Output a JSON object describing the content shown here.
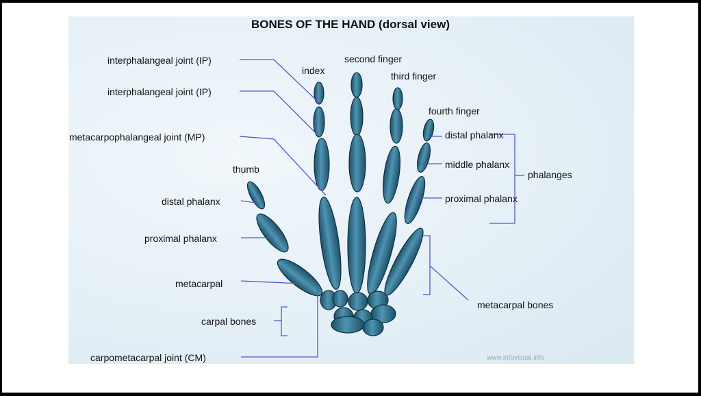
{
  "title": "BONES OF THE HAND (dorsal view)",
  "credit": "www.infovisual.info",
  "colors": {
    "bone": "#2e6f8c",
    "bone_dark": "#163f55",
    "leader": "#5a55c8",
    "background": "#e6f1f7"
  },
  "labels": {
    "ip_joint_1": "interphalangeal joint (IP)",
    "ip_joint_2": "interphalangeal joint (IP)",
    "mp_joint": "metacarpophalangeal joint (MP)",
    "thumb": "thumb",
    "thumb_distal_phalanx": "distal phalanx",
    "thumb_proximal_phalanx": "proximal phalanx",
    "metacarpal": "metacarpal",
    "carpal_bones": "carpal bones",
    "cm_joint": "carpometacarpal joint (CM)",
    "index": "index",
    "second_finger": "second finger",
    "third_finger": "third finger",
    "fourth_finger": "fourth finger",
    "distal_phalanx": "distal phalanx",
    "middle_phalanx": "middle phalanx",
    "proximal_phalanx": "proximal phalanx",
    "phalanges": "phalanges",
    "metacarpal_bones": "metacarpal bones"
  }
}
